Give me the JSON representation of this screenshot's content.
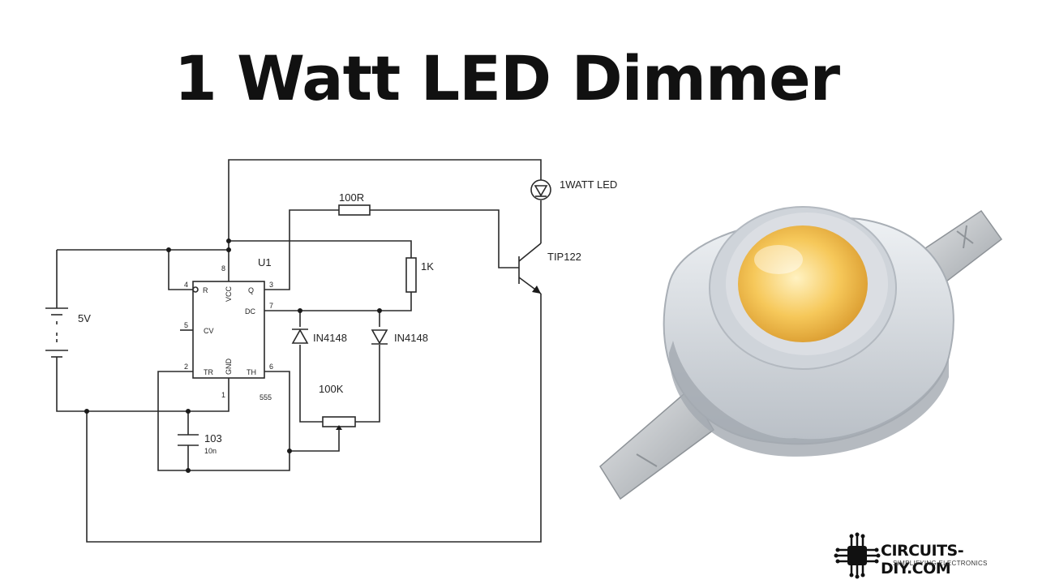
{
  "title": "1 Watt LED Dimmer",
  "schematic": {
    "ic_ref": "U1",
    "ic_type": "555",
    "ic_pins": {
      "r": "R",
      "vcc": "VCC",
      "q": "Q",
      "dc": "DC",
      "cv": "CV",
      "tr": "TR",
      "gnd": "GND",
      "th": "TH"
    },
    "pin_numbers": {
      "r": "4",
      "vcc": "8",
      "q": "3",
      "dc": "7",
      "cv": "5",
      "tr": "2",
      "gnd": "1",
      "th": "6"
    },
    "battery_label": "5V",
    "resistor_base": "100R",
    "resistor_1k": "1K",
    "diode_left": "IN4148",
    "diode_right": "IN4148",
    "pot_label": "100K",
    "cap_label": "103",
    "cap_value": "10n",
    "led_label": "1WATT LED",
    "transistor_label": "TIP122"
  },
  "logo": {
    "name": "CIRCUITS-DIY.COM",
    "tagline": "SIMPLIFYING ELECTRONICS"
  },
  "colors": {
    "led_chip": "#f6c85a",
    "led_body": "#d9dde2",
    "led_lens": "#c7ccd2",
    "text": "#111111"
  }
}
